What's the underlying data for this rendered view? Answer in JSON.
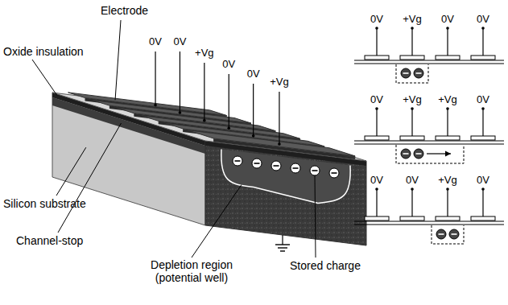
{
  "diagram": {
    "labels": [
      "Electrode",
      "Oxide insulation",
      "0V",
      "0V",
      "+Vg",
      "0V",
      "0V",
      "+Vg",
      "Silicon substrate",
      "Channel-stop",
      "Depletion region (potential well)",
      "Stored charge",
      "0V",
      "+Vg",
      "0V",
      "0V",
      "0V",
      "+Vg",
      "+Vg",
      "0V",
      "0V",
      "0V",
      "+Vg",
      "0V"
    ]
  }
}
